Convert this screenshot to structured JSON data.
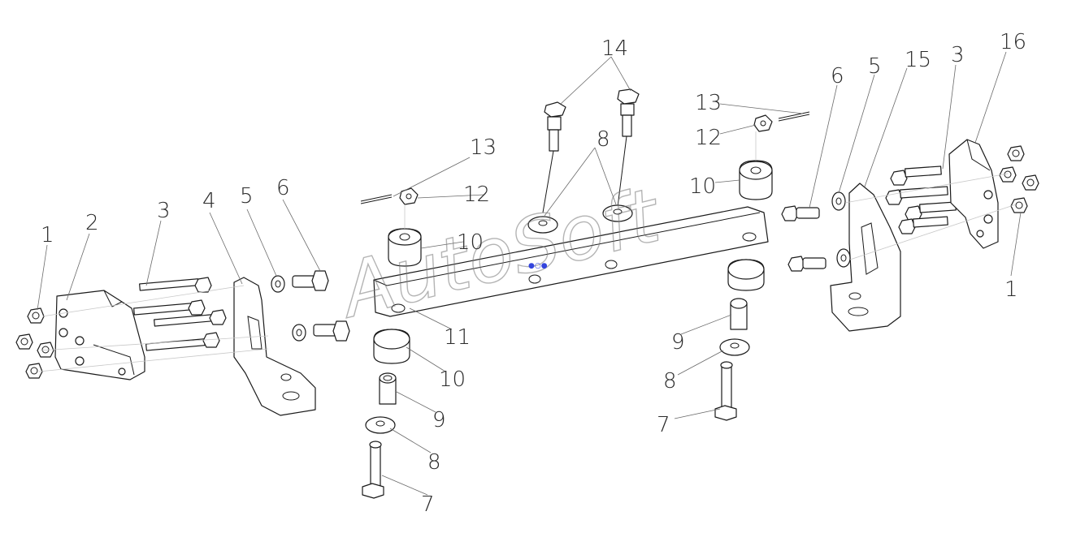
{
  "diagram": {
    "watermark": "AutoSoft",
    "callouts": [
      {
        "id": "c1-left",
        "label": "1"
      },
      {
        "id": "c2",
        "label": "2"
      },
      {
        "id": "c3-left",
        "label": "3"
      },
      {
        "id": "c4",
        "label": "4"
      },
      {
        "id": "c5-left",
        "label": "5"
      },
      {
        "id": "c6-left",
        "label": "6"
      },
      {
        "id": "c7-left",
        "label": "7"
      },
      {
        "id": "c8-left",
        "label": "8"
      },
      {
        "id": "c9-left",
        "label": "9"
      },
      {
        "id": "c10-left",
        "label": "10"
      },
      {
        "id": "c10-upper",
        "label": "10"
      },
      {
        "id": "c11",
        "label": "11"
      },
      {
        "id": "c12-left",
        "label": "12"
      },
      {
        "id": "c13-left",
        "label": "13"
      },
      {
        "id": "c14",
        "label": "14"
      },
      {
        "id": "c8-top",
        "label": "8"
      },
      {
        "id": "c13-right",
        "label": "13"
      },
      {
        "id": "c12-right",
        "label": "12"
      },
      {
        "id": "c10-right",
        "label": "10"
      },
      {
        "id": "c6-right",
        "label": "6"
      },
      {
        "id": "c5-right",
        "label": "5"
      },
      {
        "id": "c15",
        "label": "15"
      },
      {
        "id": "c3-right",
        "label": "3"
      },
      {
        "id": "c16",
        "label": "16"
      },
      {
        "id": "c1-right",
        "label": "1"
      },
      {
        "id": "c9-right",
        "label": "9"
      },
      {
        "id": "c8-right",
        "label": "8"
      },
      {
        "id": "c7-right",
        "label": "7"
      }
    ]
  }
}
